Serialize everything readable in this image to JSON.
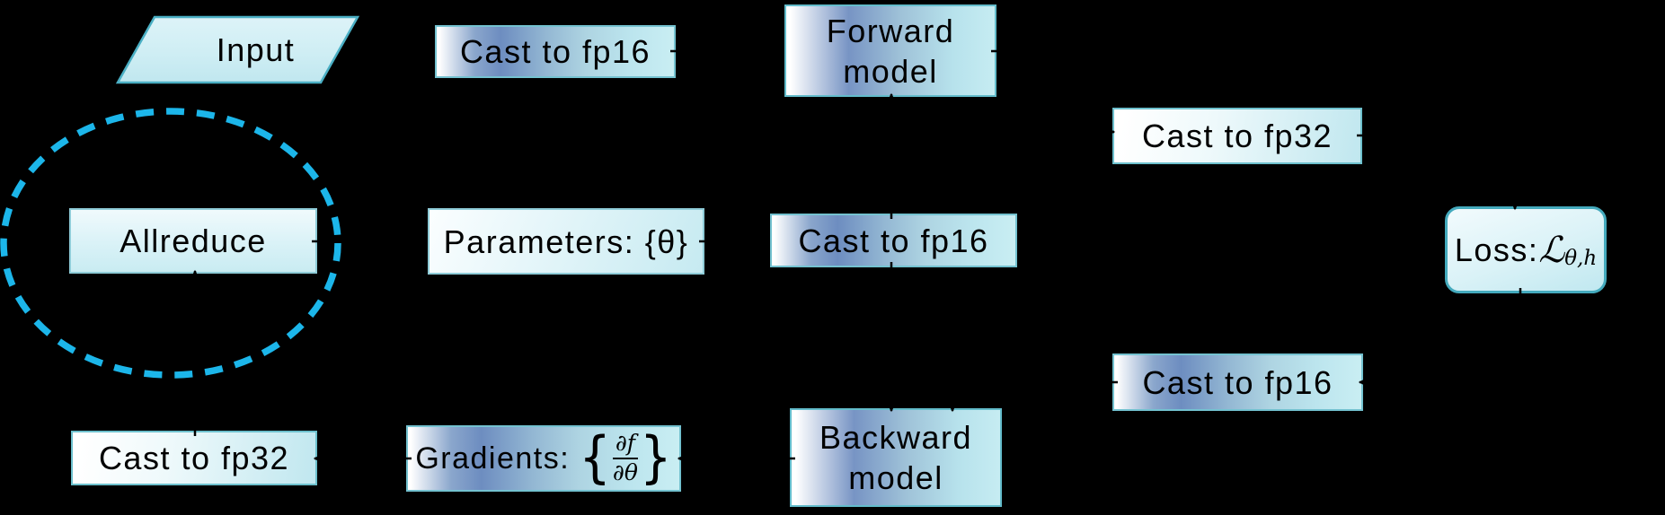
{
  "colors": {
    "background": "#000000",
    "highlight_dash": "#1cb6ea",
    "box_border_teal": "#74c2d0",
    "text": "#000000"
  },
  "nodes": {
    "input": {
      "label": "Input"
    },
    "allreduce": {
      "label": "Allreduce"
    },
    "cast_fp32_left": {
      "label": "Cast to fp32"
    },
    "cast_fp16_top": {
      "label": "Cast to fp16"
    },
    "parameters": {
      "label": "Parameters: {θ}"
    },
    "gradients": {
      "prefix": "Gradients:",
      "brace_left": "{",
      "frac_numerator": "∂f",
      "frac_denominator": "∂θ",
      "brace_right": "}"
    },
    "forward_model": {
      "label": "Forward model"
    },
    "cast_fp16_middle": {
      "label": "Cast to fp16"
    },
    "backward_model": {
      "label": "Backward model"
    },
    "cast_fp32_right": {
      "label": "Cast to fp32"
    },
    "cast_fp16_right": {
      "label": "Cast to fp16"
    },
    "loss": {
      "prefix": "Loss:",
      "symbol": "ℒ",
      "subscript": "θ,h"
    }
  }
}
